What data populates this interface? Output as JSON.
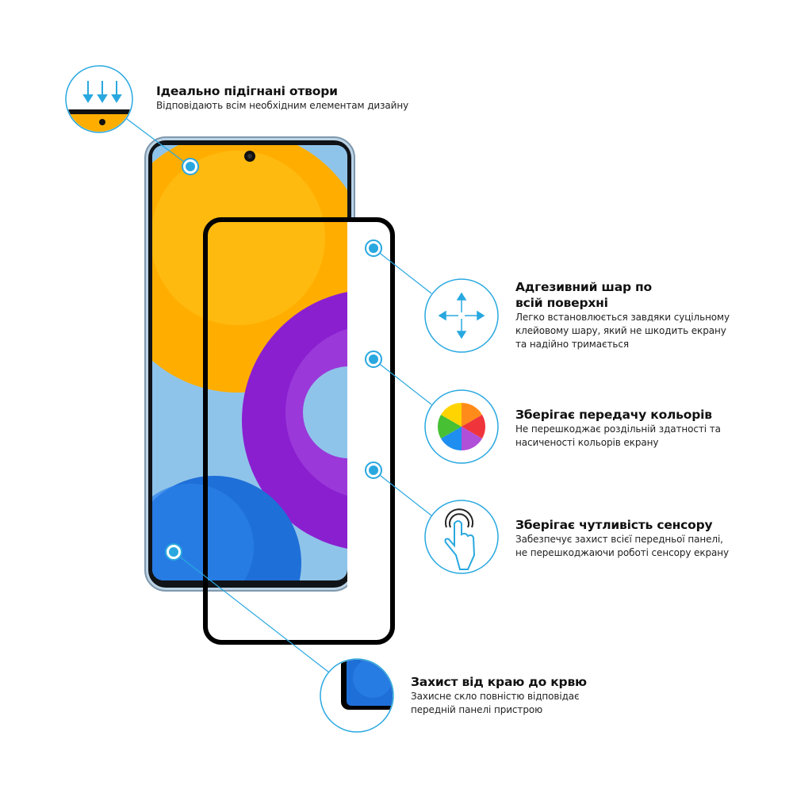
{
  "colors": {
    "accent": "#29a8e0",
    "frame": "#000000",
    "orange": "#ffae00",
    "purple": "#8a1fd0",
    "sky": "#8fc4ea"
  },
  "features": [
    {
      "title": "Ідеально підігнані отвори",
      "desc": [
        "Відповідають всім необхідним елементам дизайну"
      ],
      "icon": "holes-icon"
    },
    {
      "title": [
        "Адгезивний шар по",
        "всій поверхні"
      ],
      "desc": [
        "Легко встановлюється завдяки суцільному",
        "клейовому шару, який не шкодить екрану",
        "та надійно тримається"
      ],
      "icon": "arrows-expand-icon"
    },
    {
      "title": "Зберігає передачу кольорів",
      "desc": [
        "Не перешкоджає роздільній здатності та",
        "насиченості кольорів екрану"
      ],
      "icon": "color-wheel-icon"
    },
    {
      "title": "Зберігає чутливість сенсору",
      "desc": [
        "Забезпечує захист всієї передньої панелі,",
        "не перешкоджаючи роботі сенсору екрану"
      ],
      "icon": "touch-icon"
    },
    {
      "title": "Захист від краю до крвю",
      "desc": [
        "Захисне скло повністю відповідає",
        "передній панелі пристрою"
      ],
      "icon": "edge-icon"
    }
  ]
}
